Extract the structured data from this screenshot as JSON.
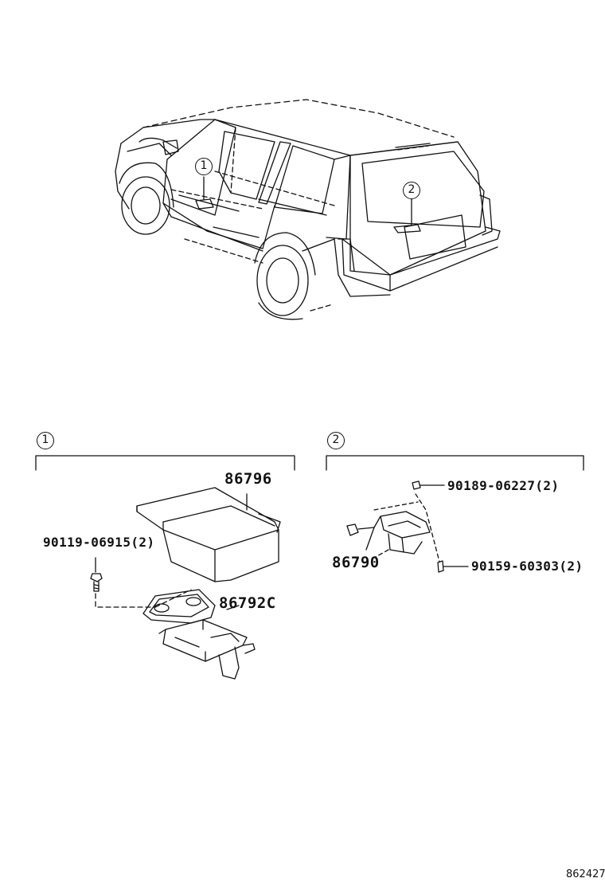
{
  "overview": {
    "callout_1": "1",
    "callout_2": "2"
  },
  "section_1": {
    "callout": "1",
    "parts": {
      "cover": "86796",
      "bolt": "90119-06915(2)",
      "bracket": "86792C"
    }
  },
  "section_2": {
    "callout": "2",
    "parts": {
      "screw_top": "90189-06227(2)",
      "camera": "86790",
      "screw_bottom": "90159-60303(2)"
    }
  },
  "diagram_code": "862427",
  "colors": {
    "line": "#111111",
    "background": "#ffffff"
  }
}
